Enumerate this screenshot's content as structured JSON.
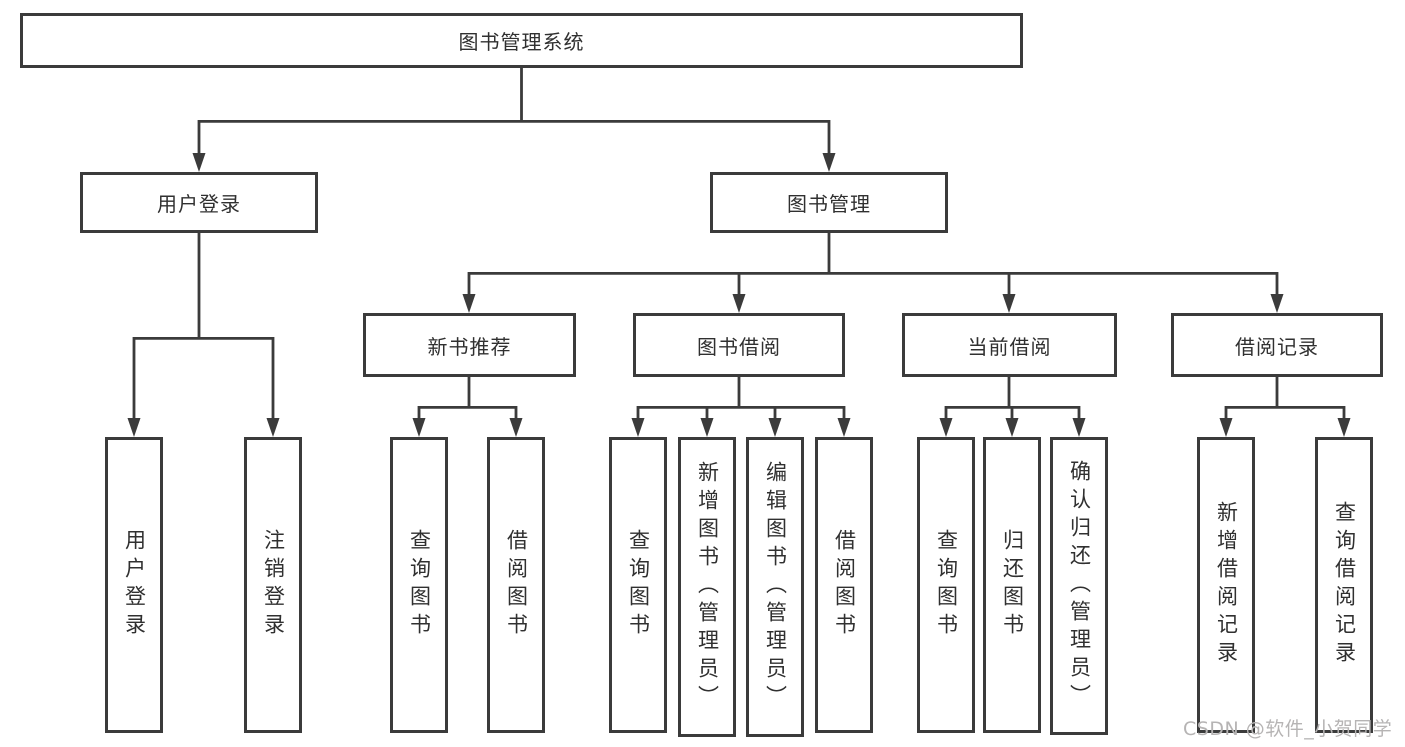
{
  "diagram": {
    "root": "图书管理系统",
    "branches": [
      {
        "label": "用户登录",
        "children": [
          "用户登录",
          "注销登录"
        ]
      },
      {
        "label": "图书管理",
        "modules": [
          {
            "label": "新书推荐",
            "children": [
              "查询图书",
              "借阅图书"
            ]
          },
          {
            "label": "图书借阅",
            "children": [
              "查询图书",
              "新增图书（管理员）",
              "编辑图书（管理员）",
              "借阅图书"
            ]
          },
          {
            "label": "当前借阅",
            "children": [
              "查询图书",
              "归还图书",
              "确认归还（管理员）"
            ]
          },
          {
            "label": "借阅记录",
            "children": [
              "新增借阅记录",
              "查询借阅记录"
            ]
          }
        ]
      }
    ]
  },
  "watermark": "CSDN @软件_小贺同学",
  "colors": {
    "line": "#3b3b3b",
    "text": "#303030",
    "watermark": "#b6b4b4",
    "background": "#ffffff"
  }
}
